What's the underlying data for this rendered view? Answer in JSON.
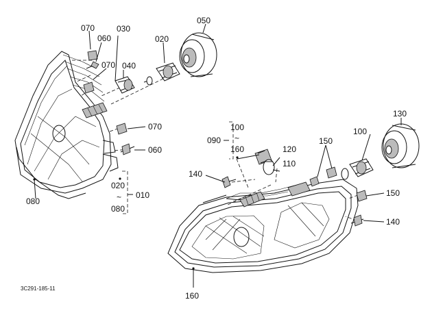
{
  "diagram_code": "3C291-185-11",
  "labels": {
    "p070a": "070",
    "p060a": "060",
    "p070b": "070",
    "p030": "030",
    "p040": "040",
    "p020": "020",
    "p050": "050",
    "p070c": "070",
    "p060b": "060",
    "p080": "080",
    "p020r": "020",
    "p080r": "080",
    "p010": "010",
    "p100a": "100",
    "p090": "090",
    "p160a": "160",
    "p120": "120",
    "p110": "110",
    "p150a": "150",
    "p100b": "100",
    "p130": "130",
    "p140a": "140",
    "p150b": "150",
    "p140b": "140",
    "p160b": "160"
  },
  "tilde": "~"
}
